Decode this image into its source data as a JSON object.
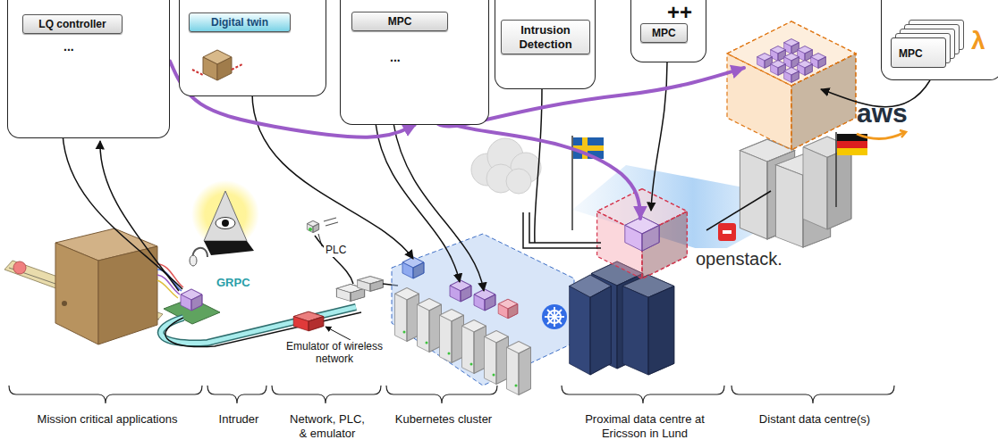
{
  "diagram": {
    "nodes": [
      {
        "text": [
          "LQ controller",
          "..."
        ]
      },
      {
        "text": [
          "Digital twin"
        ]
      },
      {
        "text": [
          "MPC",
          "..."
        ]
      },
      {
        "text": [
          "Intrusion Detection"
        ]
      },
      {
        "text": [
          "MPC",
          "++"
        ]
      },
      {
        "text": [
          "MPC",
          "λ"
        ]
      }
    ],
    "edges": [
      {
        "from": 0,
        "to": 2,
        "arrow": "to"
      }
    ],
    "labels": [
      "PLC",
      "GRPC",
      "Emulator of wireless network",
      "openstack.",
      "aws",
      "Mission critical applications",
      "Intruder",
      "Network, PLC, & emulator",
      "Kubernetes cluster",
      "Proximal data centre at Ericsson in Lund",
      "Distant data centre(s)"
    ]
  }
}
